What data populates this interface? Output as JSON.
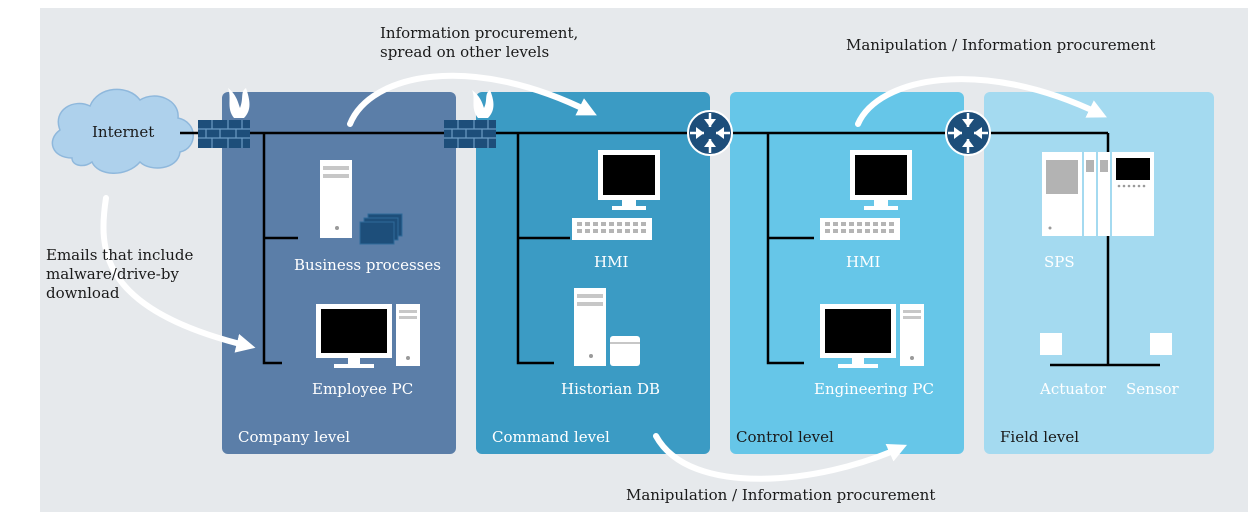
{
  "internet": "Internet",
  "levels": {
    "company": "Company level",
    "command": "Command level",
    "control": "Control level",
    "field": "Field level"
  },
  "devices": {
    "business_processes": "Business processes",
    "employee_pc": "Employee PC",
    "hmi_command": "HMI",
    "historian_db": "Historian DB",
    "hmi_control": "HMI",
    "engineering_pc": "Engineering PC",
    "sps": "SPS",
    "actuator": "Actuator",
    "sensor": "Sensor"
  },
  "annotations": {
    "info_spread": "Information procurement,\nspread on other levels",
    "manip_top": "Manipulation / Information procurement",
    "manip_bottom": "Manipulation / Information procurement",
    "emails": "Emails that include\nmalware/drive-by\ndownload"
  },
  "colors": {
    "background": "#e6e9ec",
    "company": "#5b7ea8",
    "command": "#3b9bc4",
    "control": "#66c6e8",
    "field": "#a4daf0",
    "firewall": "#1d4e7a",
    "router": "#1d4e7a"
  }
}
